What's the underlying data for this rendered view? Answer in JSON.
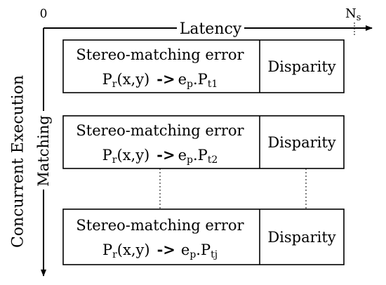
{
  "axes": {
    "origin_label": "0",
    "x_end_label_main": "N",
    "x_end_label_sub": "s",
    "x_axis_label": "Latency",
    "y_axis_label_outer": "Concurrent Execution",
    "y_axis_label_inner": "Matching"
  },
  "blocks": [
    {
      "title": "Stereo-matching error",
      "formula": {
        "p": "P",
        "p_sub": "r",
        "args": "(x,y)",
        "arrow": "->",
        "e": "e",
        "e_sub": "p",
        "dot": ".P",
        "t_sub": "t1"
      },
      "right_label": "Disparity"
    },
    {
      "title": "Stereo-matching error",
      "formula": {
        "p": "P",
        "p_sub": "r",
        "args": "(x,y)",
        "arrow": "->",
        "e": "e",
        "e_sub": "p",
        "dot": ".P",
        "t_sub": "t2"
      },
      "right_label": "Disparity"
    },
    {
      "title": "Stereo-matching error",
      "formula": {
        "p": "P",
        "p_sub": "r",
        "args": "(x,y)",
        "arrow": "->",
        "e": "e",
        "e_sub": "p",
        "dot": ".P",
        "t_sub": "tj"
      },
      "right_label": "Disparity"
    }
  ]
}
